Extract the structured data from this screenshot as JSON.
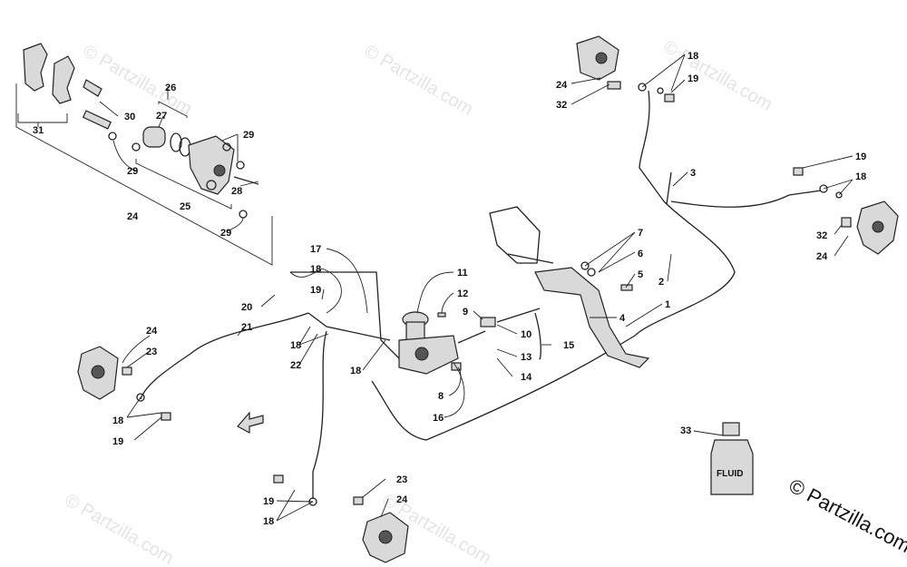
{
  "watermark_text": "© Partzilla.com",
  "copyright_text": "© Partzilla.com",
  "fluid_label": "FLUID",
  "callouts": [
    "1",
    "2",
    "3",
    "4",
    "5",
    "6",
    "7",
    "8",
    "9",
    "10",
    "11",
    "12",
    "13",
    "14",
    "15",
    "16",
    "17",
    "18",
    "19",
    "20",
    "21",
    "22",
    "23",
    "24",
    "25",
    "26",
    "27",
    "28",
    "29",
    "30",
    "31",
    "32",
    "33"
  ],
  "labels": {
    "c1": "1",
    "c2": "2",
    "c3": "3",
    "c4": "4",
    "c5": "5",
    "c6": "6",
    "c7": "7",
    "c8": "8",
    "c9": "9",
    "c10": "10",
    "c11": "11",
    "c12": "12",
    "c13": "13",
    "c14": "14",
    "c15": "15",
    "c16": "16",
    "c17": "17",
    "c18": "18",
    "c19": "19",
    "c20": "20",
    "c21": "21",
    "c22": "22",
    "c23": "23",
    "c24": "24",
    "c25": "25",
    "c26": "26",
    "c27": "27",
    "c28": "28",
    "c29": "29",
    "c30": "30",
    "c31": "31",
    "c32": "32",
    "c33": "33"
  }
}
